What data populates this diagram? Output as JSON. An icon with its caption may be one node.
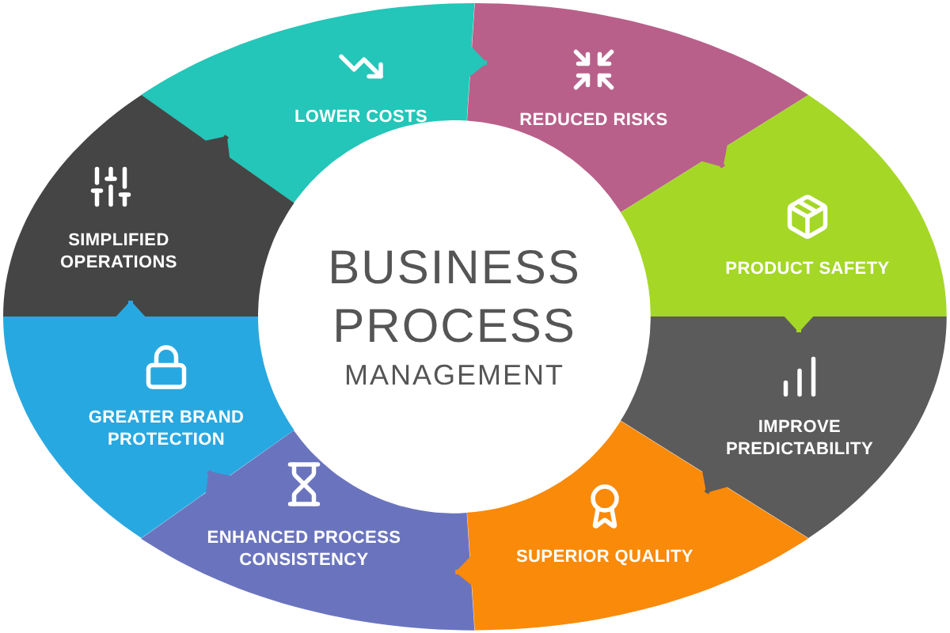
{
  "diagram": {
    "nodes": [
      {
        "text": [
          "BUSINESS PROCESS",
          "MANAGEMENT"
        ]
      },
      {
        "text": [
          "LOWER COSTS"
        ]
      },
      {
        "text": [
          "REDUCED RISKS"
        ]
      },
      {
        "text": [
          "PRODUCT SAFETY"
        ]
      },
      {
        "text": [
          "IMPROVE PREDICTABILITY"
        ]
      },
      {
        "text": [
          "SUPERIOR QUALITY"
        ]
      },
      {
        "text": [
          "ENHANCED PROCESS CONSISTENCY"
        ]
      },
      {
        "text": [
          "GREATER BRAND PROTECTION"
        ]
      },
      {
        "text": [
          "SIMPLIFIED OPERATIONS"
        ]
      }
    ],
    "edges": [
      {
        "from": 1,
        "to": 2,
        "arrow": "to",
        "color": "#23c6b8"
      },
      {
        "from": 2,
        "to": 3,
        "arrow": "to",
        "color": "#b8608a"
      },
      {
        "from": 3,
        "to": 4,
        "arrow": "to",
        "color": "#a5d727"
      },
      {
        "from": 4,
        "to": 5,
        "arrow": "to",
        "color": "#5b5b5b"
      },
      {
        "from": 5,
        "to": 6,
        "arrow": "to",
        "color": "#f98a0a"
      },
      {
        "from": 6,
        "to": 7,
        "arrow": "to",
        "color": "#6a74be"
      },
      {
        "from": 7,
        "to": 8,
        "arrow": "to",
        "color": "#28a8e0"
      },
      {
        "from": 8,
        "to": 1,
        "arrow": "to",
        "color": "#454545"
      }
    ]
  }
}
